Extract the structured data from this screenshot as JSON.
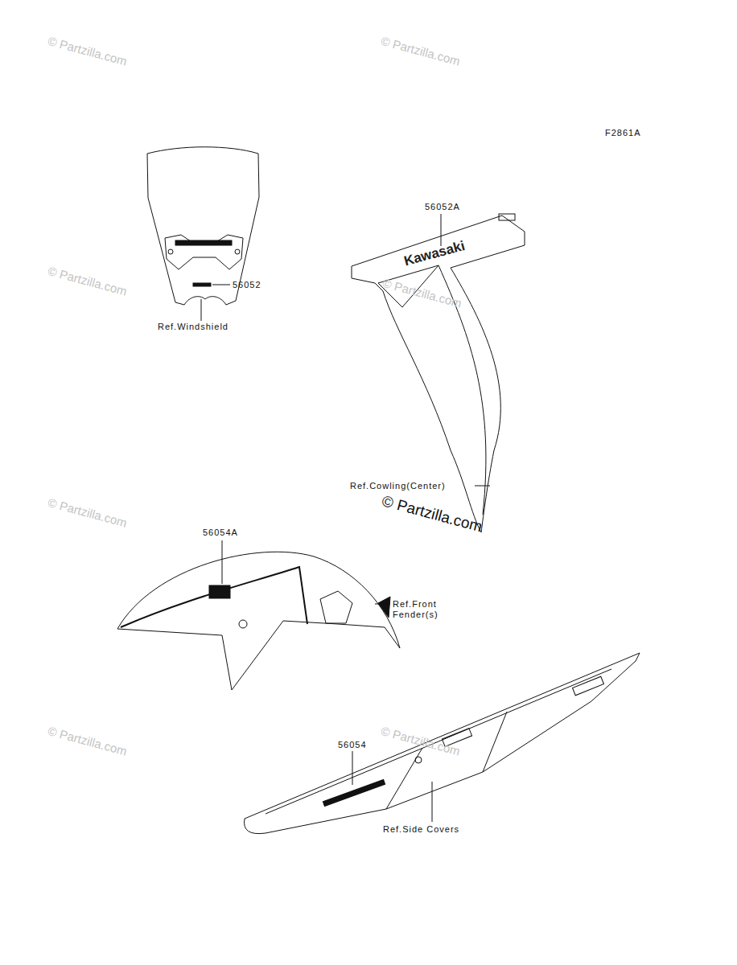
{
  "diagram": {
    "labels": [
      "F2861A",
      "56052A",
      "Kawasaki",
      "56052",
      "Ref.Windshield",
      "Ref.Cowling(Center)",
      "56054A",
      "Ref.Front Fender(s)",
      "56054",
      "Ref.Side Covers",
      "© Partzilla.com",
      "© Partzilla.com",
      "© Partzilla.com",
      "© Partzilla.com",
      "© Partzilla.com",
      "© Partzilla.com",
      "© Partzilla.com",
      "© Partzilla.com"
    ]
  }
}
